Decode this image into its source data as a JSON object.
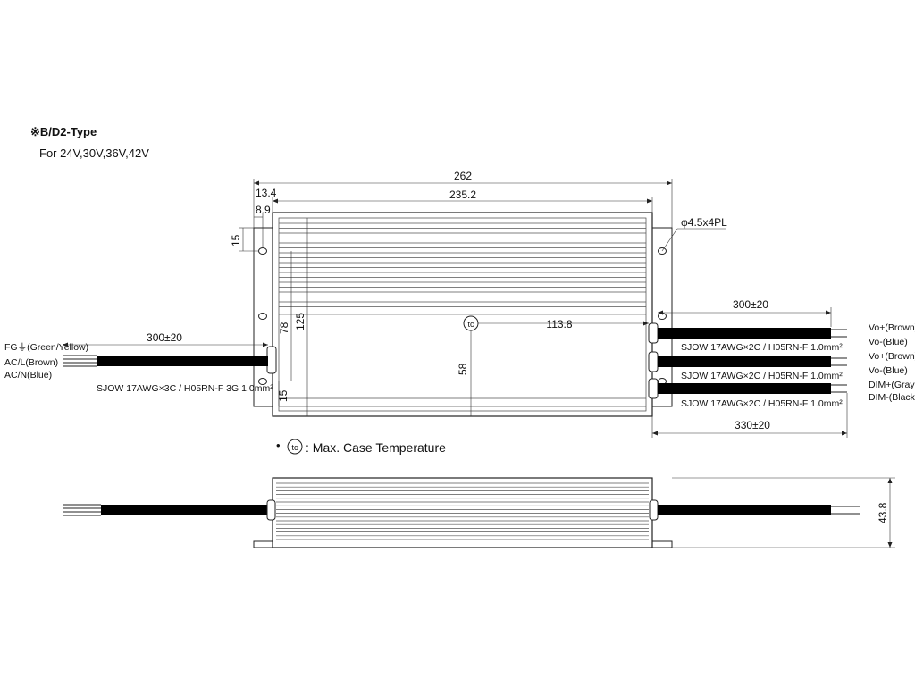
{
  "header": {
    "type_label": "※B/D2-Type",
    "applies_to": "For 24V,30V,36V,42V"
  },
  "dimensions": {
    "overall_length": "262",
    "body_length": "235.2",
    "mount_offset": "13.4",
    "hole_offset": "8.9",
    "hole_spec": "φ4.5x4PL",
    "top_margin": "15",
    "bottom_margin": "15",
    "inner_height": "78",
    "total_height": "125",
    "tc_distance": "113.8",
    "tc_height": "58",
    "height_side": "43.8",
    "ac_cable_length": "300±20",
    "out_cable_length_top": "300±20",
    "out_cable_length_bottom": "330±20"
  },
  "ac_input": {
    "fg_label": "FG⏚(Green/Yellow)",
    "line_label": "AC/L(Brown)",
    "neutral_label": "AC/N(Blue)",
    "cable_spec": "SJOW 17AWG×3C / H05RN-F 3G 1.0mm²"
  },
  "outputs": [
    {
      "cable_spec": "SJOW 17AWG×2C / H05RN-F 1.0mm²",
      "wire_a": "Vo+(Brown)",
      "wire_b": "Vo-(Blue)"
    },
    {
      "cable_spec": "SJOW 17AWG×2C / H05RN-F 1.0mm²",
      "wire_a": "Vo+(Brown)",
      "wire_b": "Vo-(Blue)"
    },
    {
      "cable_spec": "SJOW 17AWG×2C / H05RN-F 1.0mm²",
      "wire_a": "DIM+(Gray)",
      "wire_b": "DIM-(Black)"
    }
  ],
  "legend": {
    "tc_symbol": "tc",
    "tc_text": ": Max. Case Temperature",
    "bullet": "•"
  }
}
